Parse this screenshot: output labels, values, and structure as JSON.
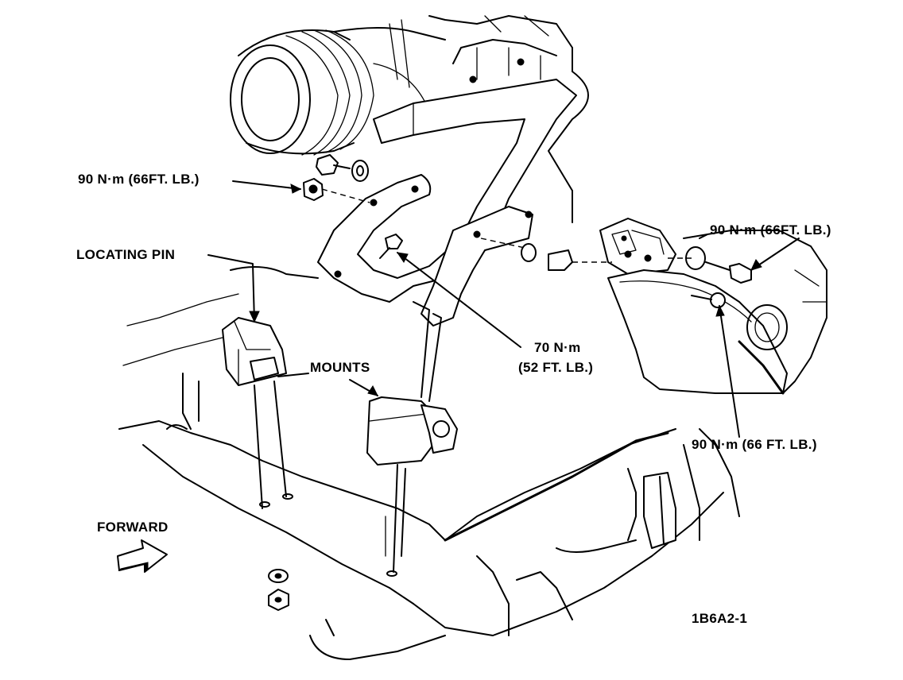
{
  "labels": {
    "torque_upper_left": "90 N·m (66FT. LB.)",
    "torque_upper_right": "90 N·m (66FT. LB.)",
    "torque_lower_right": "90 N·m (66 FT. LB.)",
    "torque_center_line1": "70 N·m",
    "torque_center_line2": "(52 FT. LB.)",
    "locating_pin": "LOCATING PIN",
    "mounts": "MOUNTS",
    "forward": "FORWARD",
    "figure_id": "1B6A2-1"
  }
}
